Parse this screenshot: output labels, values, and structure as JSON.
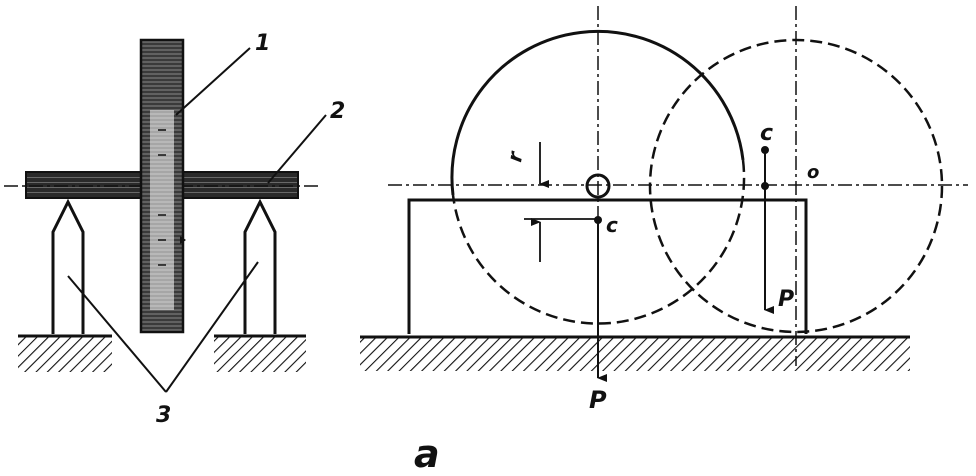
{
  "left_view": {
    "label_disc": "1",
    "label_axle": "2",
    "label_supports": "3"
  },
  "right_view": {
    "label_center_top": "c",
    "label_center_bottom": "c",
    "label_origin": "o",
    "label_offset": "r",
    "label_force_right": "P",
    "label_force_bottom": "P"
  },
  "caption": "a",
  "colors": {
    "ink": "#111111",
    "background": "#ffffff"
  }
}
